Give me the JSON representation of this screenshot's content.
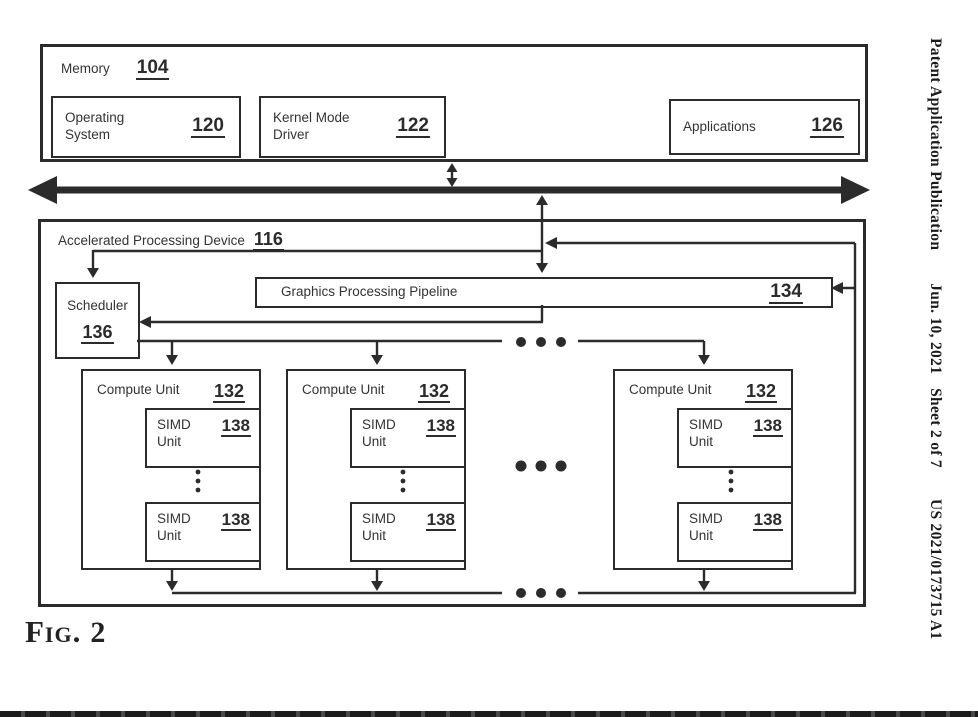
{
  "colors": {
    "ink": "#2b2b2b"
  },
  "sidebar": {
    "publication": "Patent Application Publication",
    "date": "Jun. 10, 2021",
    "sheet": "Sheet 2 of 7",
    "patent_number": "US 2021/0173715 A1"
  },
  "figure": {
    "prefix": "Fig.",
    "number": "2"
  },
  "memory": {
    "label": "Memory",
    "ref": "104",
    "operating_system": {
      "label": "Operating System",
      "ref": "120"
    },
    "kernel_mode_driver": {
      "label": "Kernel Mode Driver",
      "ref": "122"
    },
    "applications": {
      "label": "Applications",
      "ref": "126"
    }
  },
  "apd": {
    "label": "Accelerated Processing Device",
    "ref": "116",
    "scheduler": {
      "label": "Scheduler",
      "ref": "136"
    },
    "graphics_pipeline": {
      "label": "Graphics Processing Pipeline",
      "ref": "134"
    },
    "compute_units": [
      {
        "label": "Compute Unit",
        "ref": "132",
        "simd_units": [
          {
            "label": "SIMD Unit",
            "ref": "138"
          },
          {
            "label": "SIMD Unit",
            "ref": "138"
          }
        ]
      },
      {
        "label": "Compute Unit",
        "ref": "132",
        "simd_units": [
          {
            "label": "SIMD Unit",
            "ref": "138"
          },
          {
            "label": "SIMD Unit",
            "ref": "138"
          }
        ]
      },
      {
        "label": "Compute Unit",
        "ref": "132",
        "simd_units": [
          {
            "label": "SIMD Unit",
            "ref": "138"
          },
          {
            "label": "SIMD Unit",
            "ref": "138"
          }
        ]
      }
    ]
  }
}
